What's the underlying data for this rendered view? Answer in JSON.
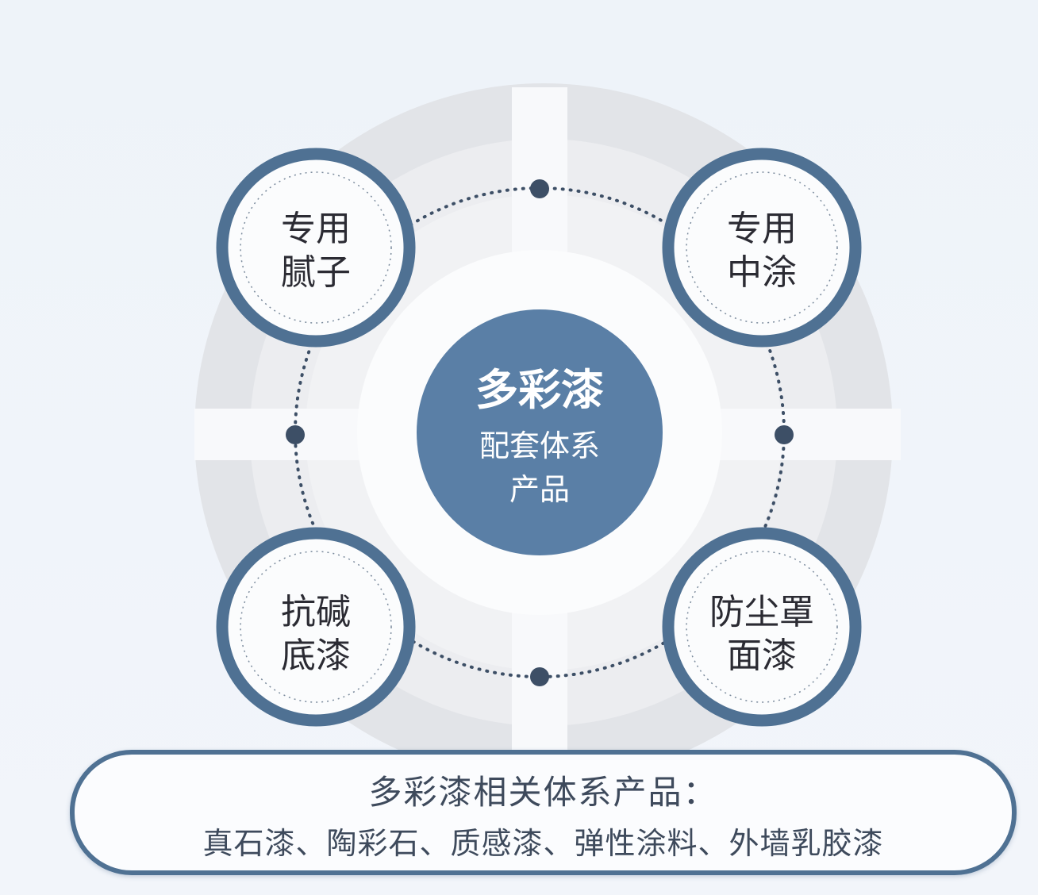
{
  "center": {
    "title": "多彩漆",
    "line2": "配套体系",
    "line3": "产品"
  },
  "nodes": [
    {
      "line1": "专用",
      "line2": "腻子"
    },
    {
      "line1": "专用",
      "line2": "中涂"
    },
    {
      "line1": "抗碱",
      "line2": "底漆"
    },
    {
      "line1": "防尘罩",
      "line2": "面漆"
    }
  ],
  "footer": {
    "title": "多彩漆相关体系产品：",
    "items": "真石漆、陶彩石、质感漆、弹性涂料、外墙乳胶漆"
  },
  "colors": {
    "ring": "#4f7193",
    "center": "#5a7fa6",
    "gray": "#dde0e4"
  }
}
